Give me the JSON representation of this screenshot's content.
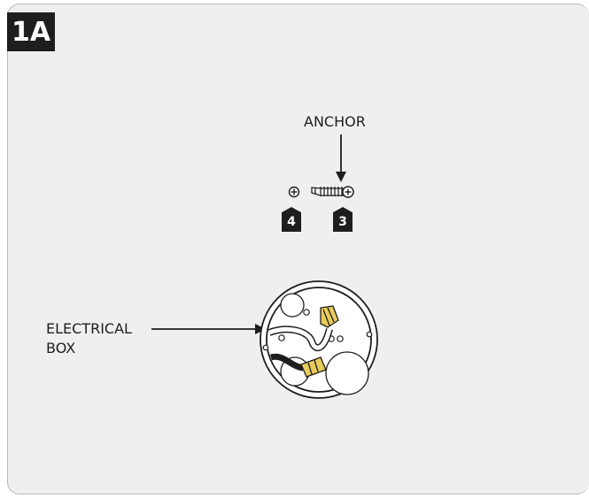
{
  "step": "1A",
  "labels": {
    "anchor": "ANCHOR",
    "electrical_box_line1": "ELECTRICAL",
    "electrical_box_line2": "BOX"
  },
  "callouts": [
    "4",
    "3"
  ],
  "colors": {
    "panel": "#efefef",
    "ink": "#1e1e1e",
    "wire_nut": "#e8cc5a"
  }
}
